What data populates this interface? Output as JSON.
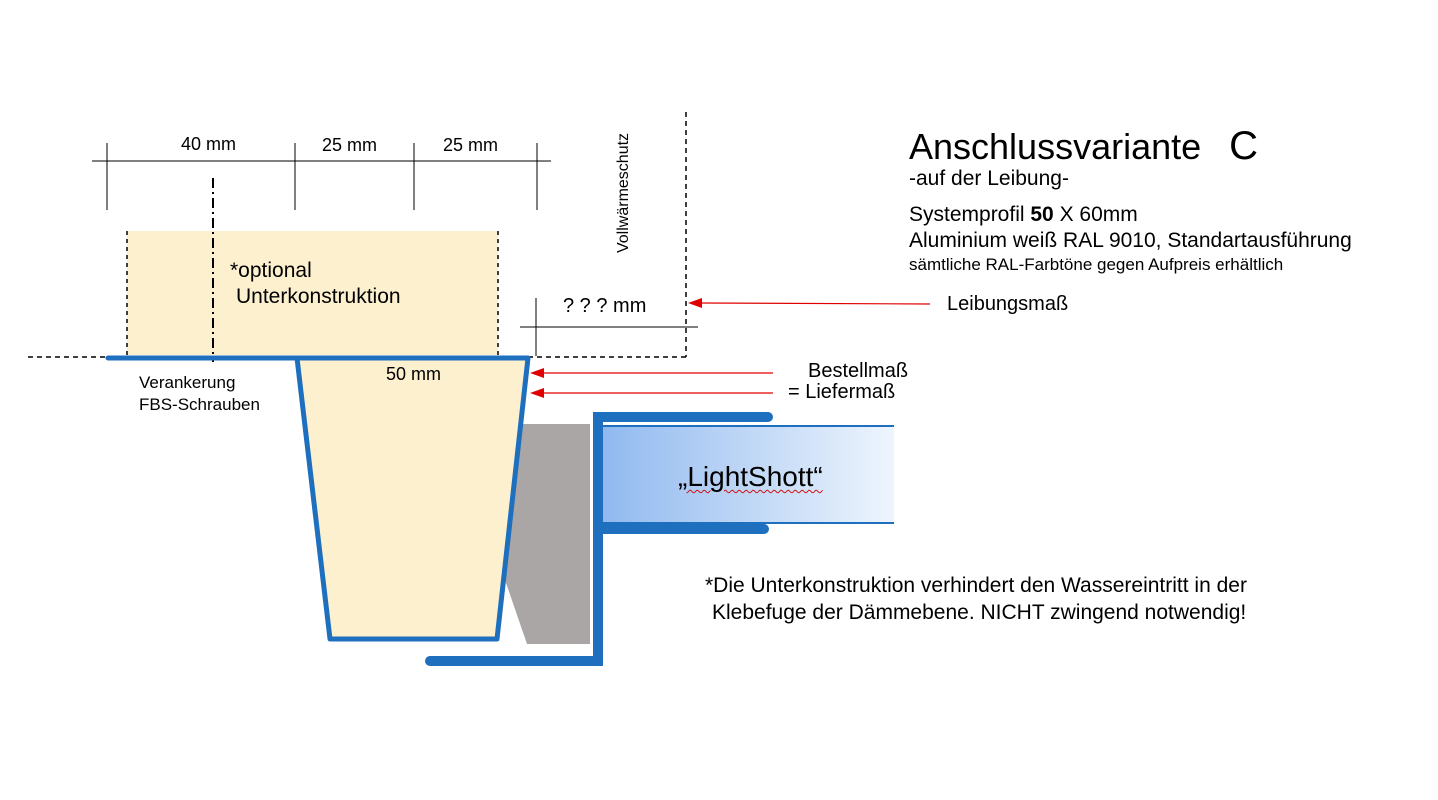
{
  "title": {
    "main": "Anschlussvariante",
    "letter": "C",
    "subtitle": "-auf der Leibung-"
  },
  "spec": {
    "line1_prefix": "Systemprofil ",
    "line1_bold": "50",
    "line1_suffix": " X 60mm",
    "line2": "Aluminium weiß RAL 9010, Standartausführung",
    "line3": "sämtliche RAL-Farbtöne gegen Aufpreis erhältlich"
  },
  "dimensions": {
    "d1": "40 mm",
    "d2": "25 mm",
    "d3": "25 mm",
    "frame": "50 mm",
    "reveal": "? ? ? mm"
  },
  "labels": {
    "insulation": "Vollwärmeschutz",
    "optional_line1": "*optional",
    "optional_line2": "Unterkonstruktion",
    "anchor_line1": "Verankerung",
    "anchor_line2": "FBS-Schrauben",
    "reveal_measure": "Leibungsmaß",
    "order_measure": "Bestellmaß",
    "delivery_measure": "= Liefermaß",
    "product": "„LightShott“"
  },
  "note": {
    "line1": "*Die Unterkonstruktion verhindert den Wassereintritt in der",
    "line2": "Klebefuge der Dämmebene. NICHT zwingend notwendig!"
  },
  "colors": {
    "profile_blue": "#1f6fbf",
    "fill_beige": "#fdf0cf",
    "seal_gray": "#aaa6a6",
    "arrow_red": "#e00000",
    "gradient_start": "#8fb8ef",
    "gradient_end": "#eef5fd"
  }
}
